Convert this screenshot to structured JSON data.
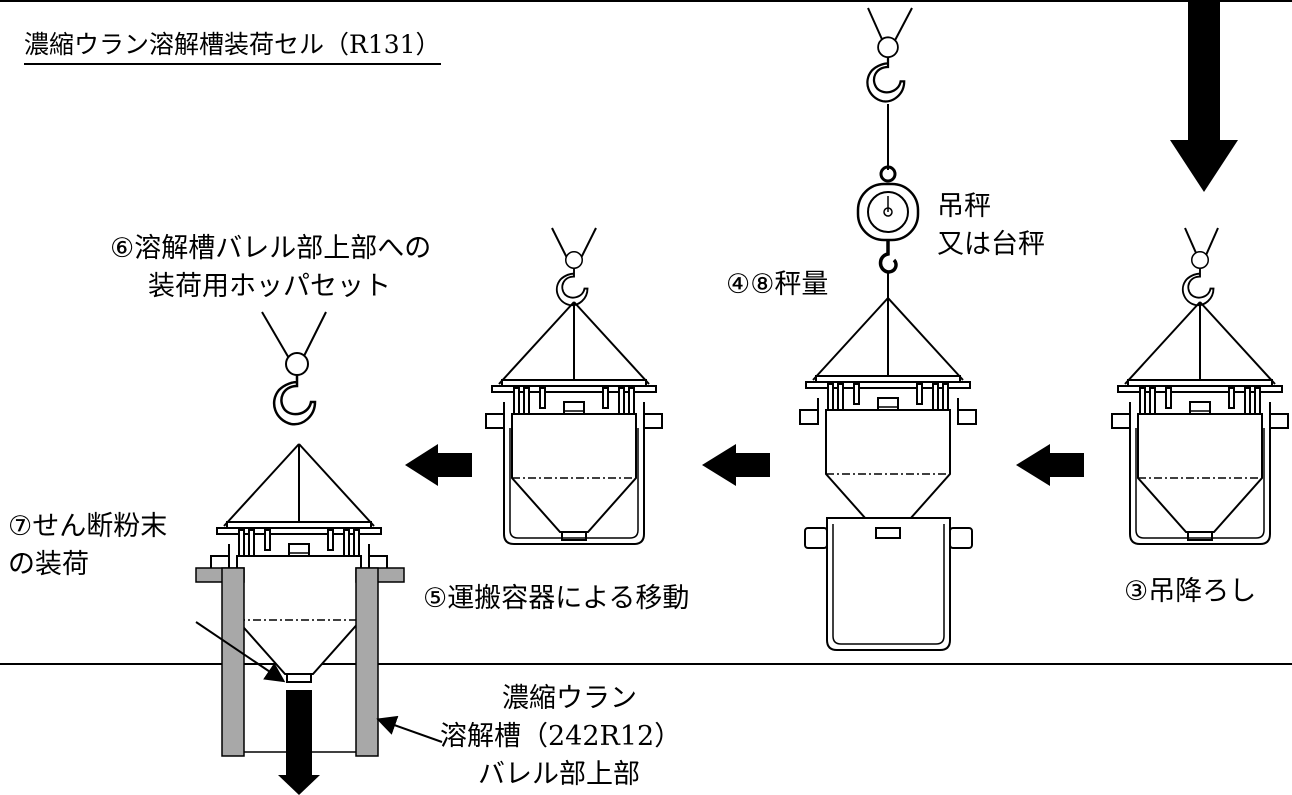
{
  "title": "濃縮ウラン溶解槽装荷セル（R131）",
  "labels": {
    "step3": "③吊降ろし",
    "step4_8": "④⑧秤量",
    "scale_line1": "吊秤",
    "scale_line2": "又は台秤",
    "step5": "⑤運搬容器による移動",
    "step6_line1": "⑥溶解槽バレル部上部への",
    "step6_line2": "装荷用ホッパセット",
    "step7_line1": "⑦せん断粉末",
    "step7_line2": "の装荷",
    "tank_line1": "濃縮ウラン",
    "tank_line2": "溶解槽（242R12）",
    "tank_line3": "バレル部上部"
  },
  "icons": {
    "hook": "crane-hook-icon",
    "hopper": "hopper-container-icon",
    "scale": "hanging-scale-icon",
    "arrow_left": "arrow-left-icon",
    "arrow_down": "arrow-down-icon"
  }
}
